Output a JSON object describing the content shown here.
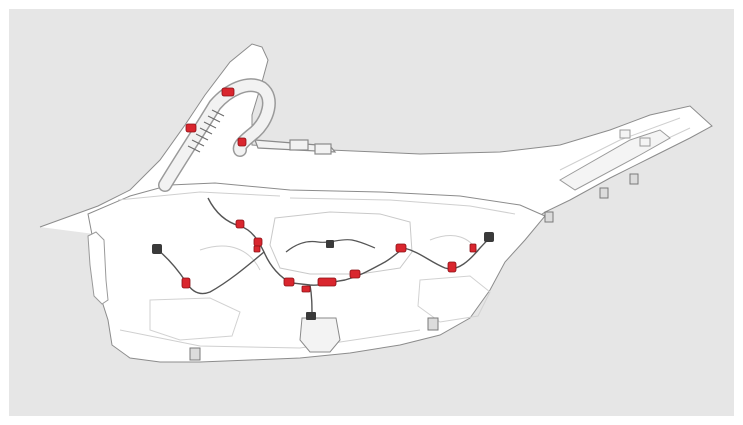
{
  "colors": {
    "background": "#e6e6e6",
    "panel_fill": "#ffffff",
    "outline": "#8c8c8c",
    "detail": "#c9c9c9",
    "harness": "#555555",
    "highlight_clip": "#d9262e"
  },
  "figure": {
    "subject": "liftgate-interior-panel",
    "highlighted_parts": "harness-clips",
    "clip_count": 14
  }
}
